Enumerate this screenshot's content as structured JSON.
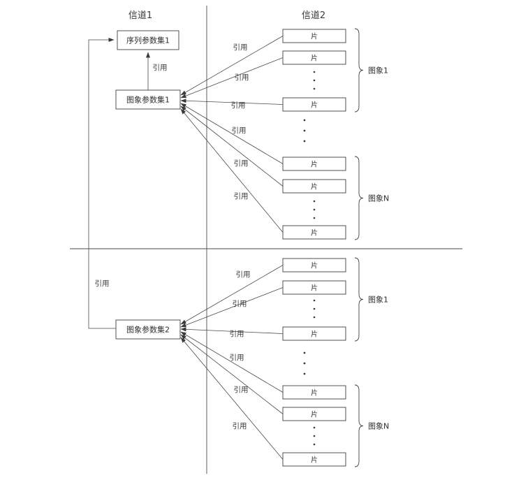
{
  "diagram": {
    "channel1_title": "信道1",
    "channel2_title": "信道2",
    "sequence_param_set_1": "序列参数集1",
    "picture_param_set_1": "图象参数集1",
    "picture_param_set_2": "图象参数集2",
    "slice_label": "片",
    "reference_label": "引用",
    "image_group_1": "图象1",
    "image_group_n": "图象N"
  }
}
